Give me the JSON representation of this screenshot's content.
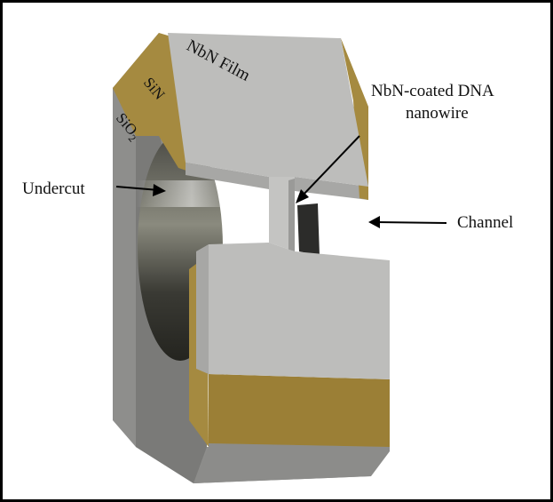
{
  "labels": {
    "nbn_film": "NbN Film",
    "sin": "SiN",
    "sio2_base": "SiO",
    "sio2_sub": "2",
    "nanowire_line1": "NbN-coated DNA",
    "nanowire_line2": "nanowire",
    "undercut": "Undercut",
    "channel": "Channel"
  },
  "colors": {
    "film_top": "#bdbdbb",
    "film_front": "#a7a7a5",
    "sin_gold": "#a58a40",
    "sio2_gray": "#8c8c8a",
    "sio2_dark": "#6f6f6d",
    "background": "#ffffff",
    "frame": "#000000"
  }
}
